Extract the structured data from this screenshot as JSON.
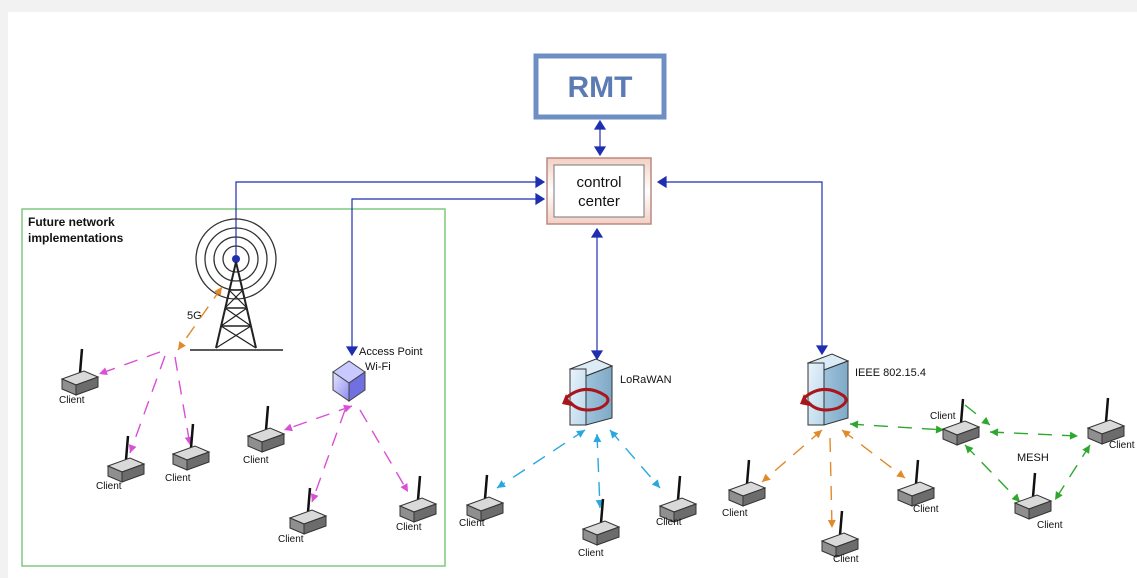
{
  "title_box": {
    "label": "RMT",
    "color": "#6d8fc3",
    "text_color": "#5b7bb4"
  },
  "control_center": {
    "line1": "control",
    "line2": "center"
  },
  "future_box": {
    "line1": "Future network",
    "line2": "implementations",
    "border_color": "#7fc97f"
  },
  "tower": {
    "label": "5G"
  },
  "access_point": {
    "line1": "Access Point",
    "line2": "Wi-Fi"
  },
  "lorawan": {
    "label": "LoRaWAN"
  },
  "ieee": {
    "label": "IEEE 802.15.4"
  },
  "mesh": {
    "label": "MESH"
  },
  "client_label": "Client",
  "colors": {
    "link_blue": "#1f2fb0",
    "fiveg_arrow": "#e08a2a",
    "wifi_arrow": "#d94fd6",
    "lora_arrow": "#29a8e0",
    "ieee_arrow": "#e08a2a",
    "mesh_arrow": "#2da82d"
  }
}
